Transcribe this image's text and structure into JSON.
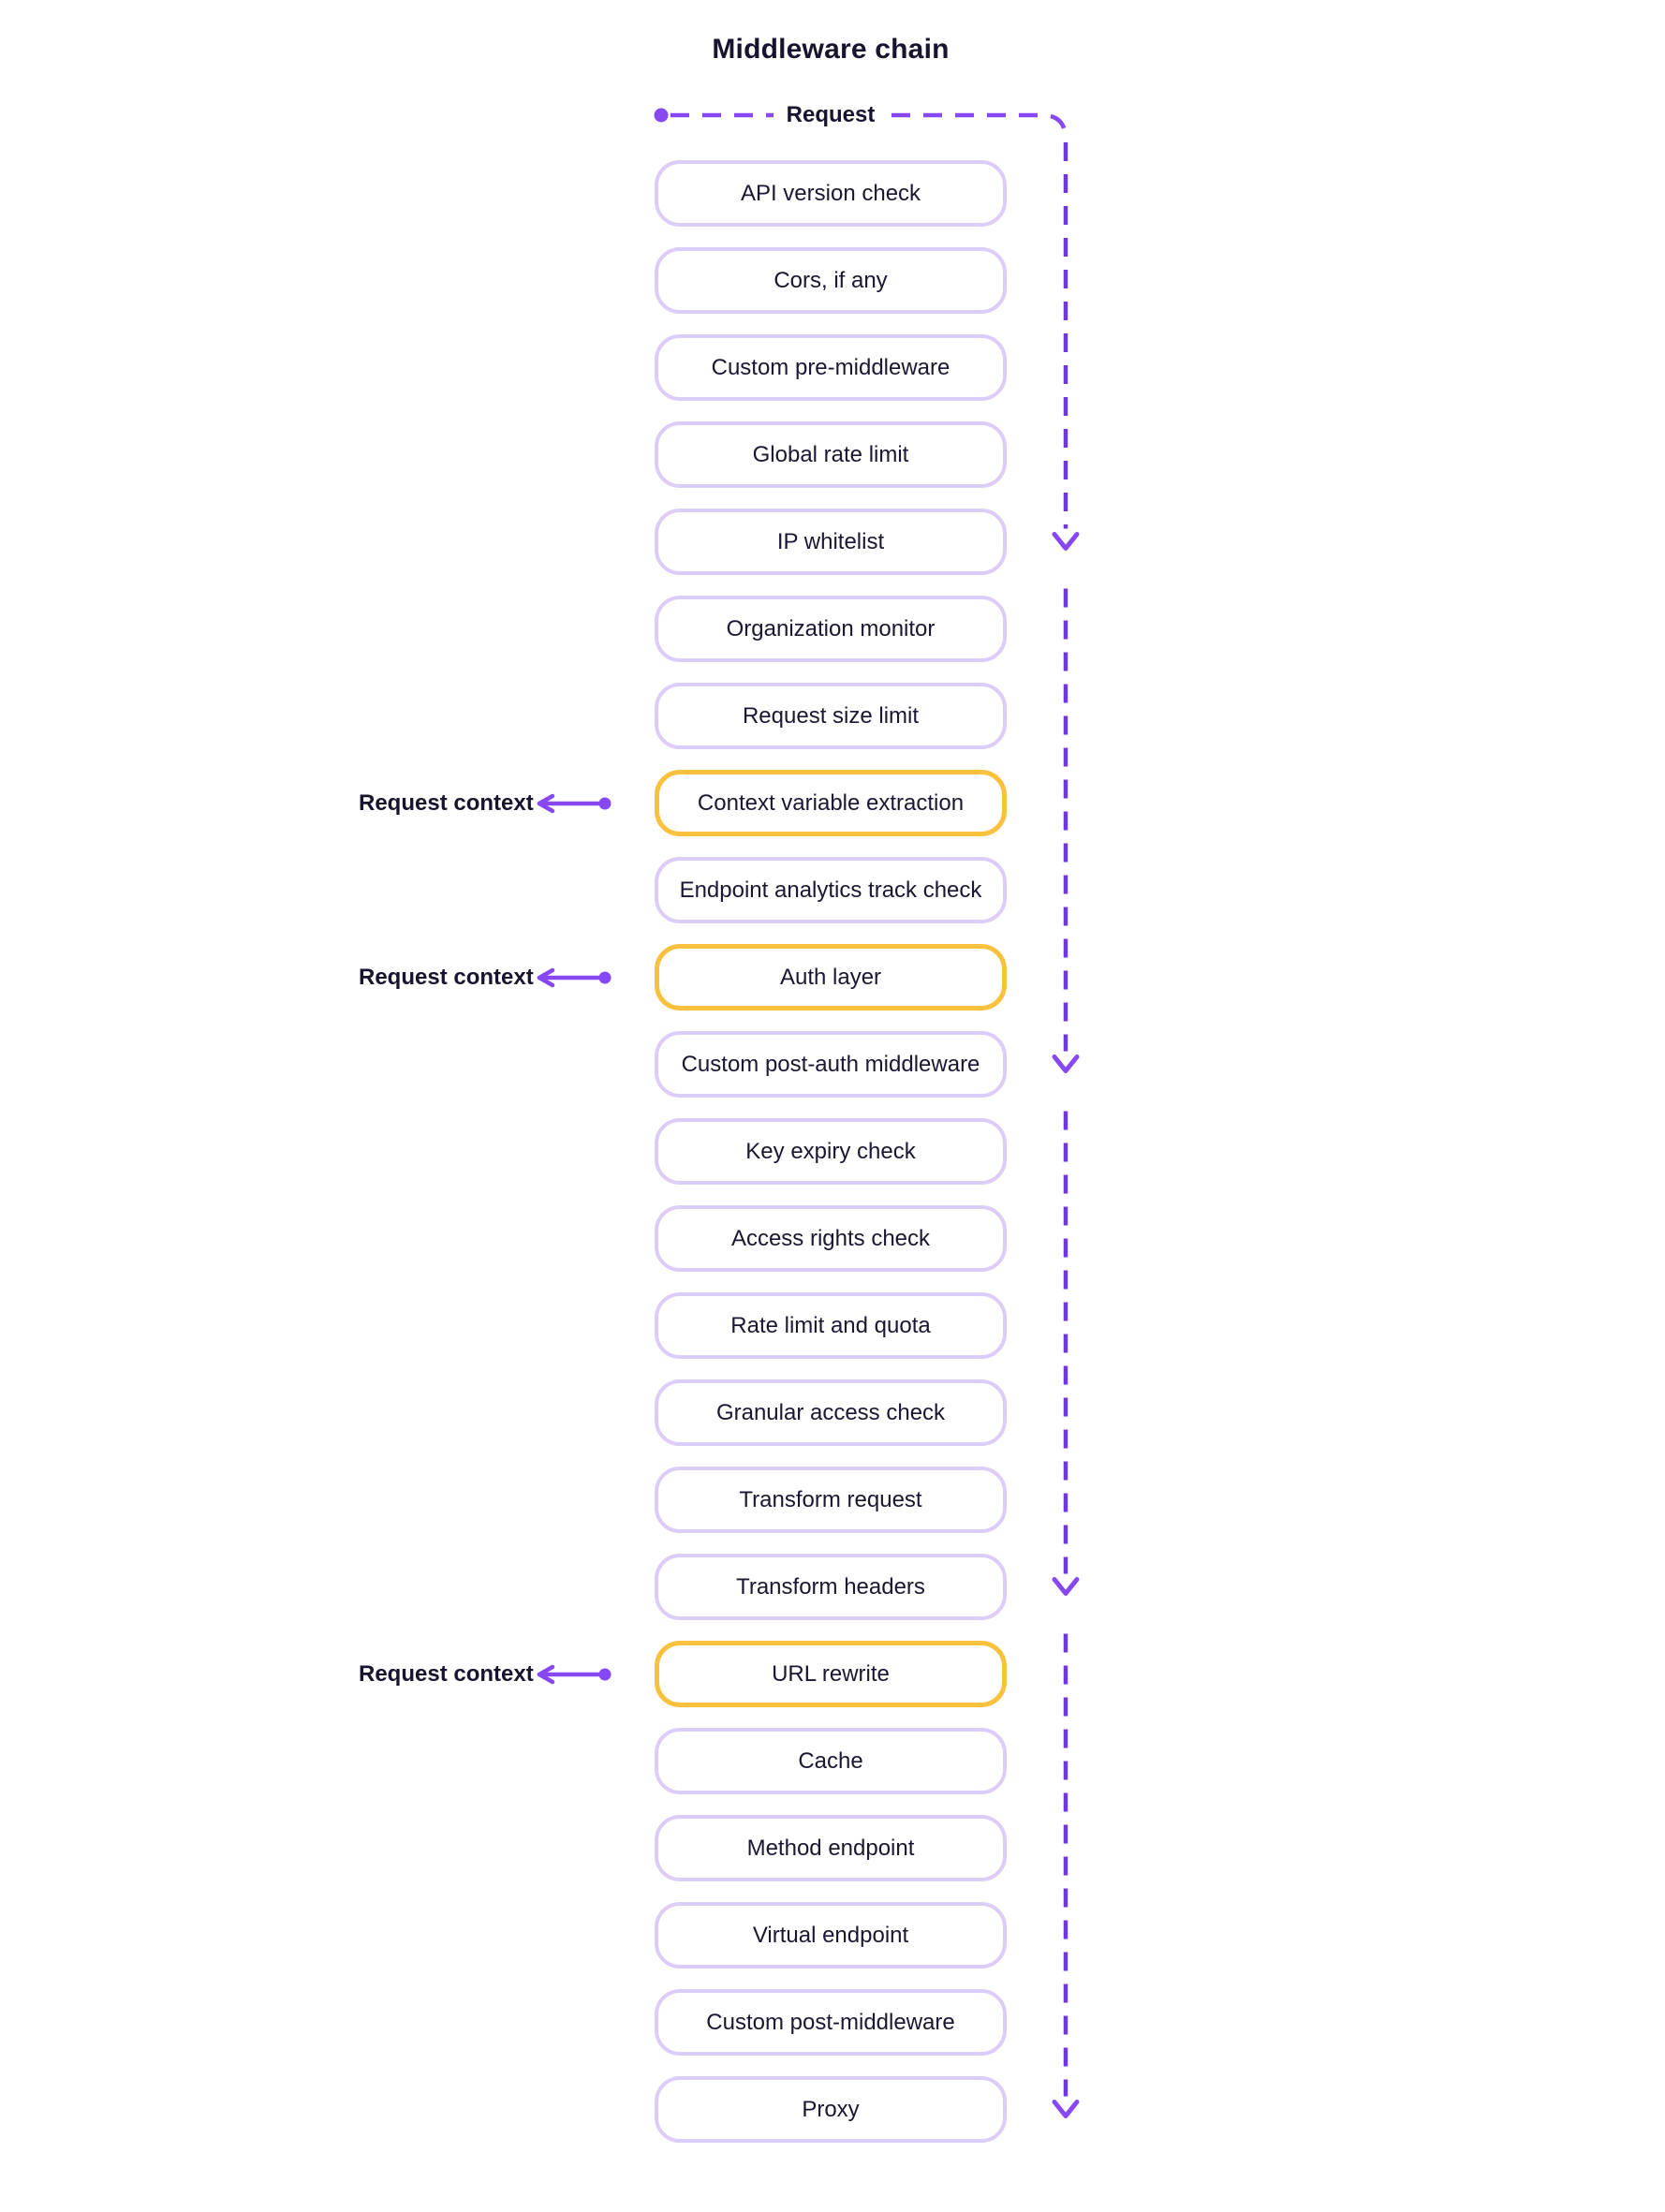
{
  "title": "Middleware chain",
  "flow": {
    "request_label": "Request",
    "request_context_label": "Request context"
  },
  "colors": {
    "box_border": "#dccdf8",
    "highlight_border": "#f9c13e",
    "arrow_purple": "#8748f4",
    "line_purple": "#7136dc",
    "text_dark": "#17152e"
  },
  "middlewares": [
    {
      "label": "API version check",
      "highlight": false,
      "checkpoint": false
    },
    {
      "label": "Cors, if any",
      "highlight": false,
      "checkpoint": false
    },
    {
      "label": "Custom pre-middleware",
      "highlight": false,
      "checkpoint": false
    },
    {
      "label": "Global rate limit",
      "highlight": false,
      "checkpoint": false
    },
    {
      "label": "IP whitelist",
      "highlight": false,
      "checkpoint": true
    },
    {
      "label": "Organization monitor",
      "highlight": false,
      "checkpoint": false
    },
    {
      "label": "Request size limit",
      "highlight": false,
      "checkpoint": false
    },
    {
      "label": "Context variable extraction",
      "highlight": true,
      "checkpoint": false
    },
    {
      "label": "Endpoint analytics track check",
      "highlight": false,
      "checkpoint": false
    },
    {
      "label": "Auth layer",
      "highlight": true,
      "checkpoint": false
    },
    {
      "label": "Custom post-auth middleware",
      "highlight": false,
      "checkpoint": true
    },
    {
      "label": "Key expiry check",
      "highlight": false,
      "checkpoint": false
    },
    {
      "label": "Access rights check",
      "highlight": false,
      "checkpoint": false
    },
    {
      "label": "Rate limit and quota",
      "highlight": false,
      "checkpoint": false
    },
    {
      "label": "Granular access check",
      "highlight": false,
      "checkpoint": false
    },
    {
      "label": "Transform request",
      "highlight": false,
      "checkpoint": false
    },
    {
      "label": "Transform headers",
      "highlight": false,
      "checkpoint": true
    },
    {
      "label": "URL rewrite",
      "highlight": true,
      "checkpoint": false
    },
    {
      "label": "Cache",
      "highlight": false,
      "checkpoint": false
    },
    {
      "label": "Method endpoint",
      "highlight": false,
      "checkpoint": false
    },
    {
      "label": "Virtual endpoint",
      "highlight": false,
      "checkpoint": false
    },
    {
      "label": "Custom post-middleware",
      "highlight": false,
      "checkpoint": false
    },
    {
      "label": "Proxy",
      "highlight": false,
      "checkpoint": true
    }
  ]
}
